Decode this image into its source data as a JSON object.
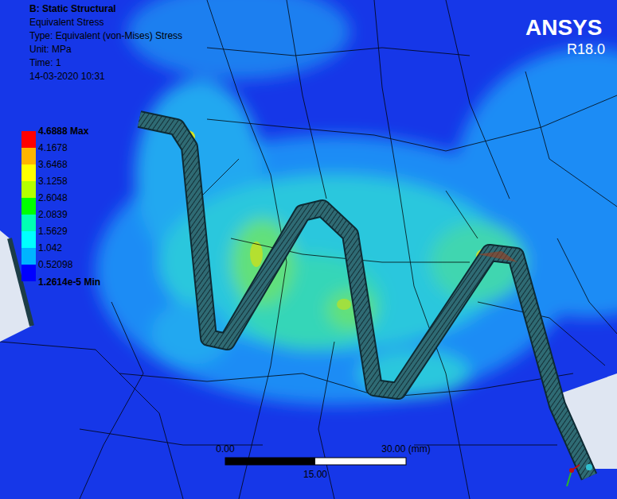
{
  "diagram": {
    "title": "B: Static Structural",
    "labels": [
      "Equivalent Stress",
      "Type: Equivalent (von-Mises) Stress",
      "Unit: MPa",
      "Time: 1",
      "14-03-2020 10:31",
      "1.2614e-5 Min",
      "ANSYS",
      "R18.0",
      "0.00",
      "30.00 (mm)",
      "15.00"
    ],
    "legend": [
      {
        "text": "4.6888 Max",
        "color": "#FF0000"
      },
      {
        "text": "4.1678",
        "color": "#FFB400"
      },
      {
        "text": "3.6468",
        "color": "#FFFF00"
      },
      {
        "text": "3.1258",
        "color": "#B4FF00"
      },
      {
        "text": "2.6048",
        "color": "#00FF00"
      },
      {
        "text": "2.0839",
        "color": "#00FFB4"
      },
      {
        "text": "1.5629",
        "color": "#00FFFF"
      },
      {
        "text": "1.042",
        "color": "#00B4FF"
      },
      {
        "text": "0.52098",
        "color": "#0000FF"
      }
    ]
  }
}
